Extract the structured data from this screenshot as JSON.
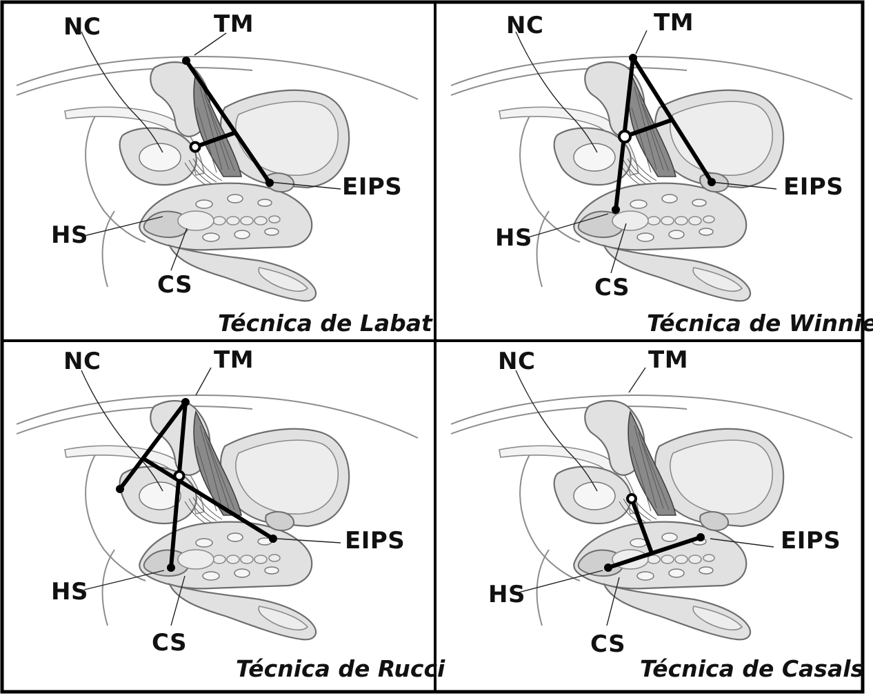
{
  "panels": [
    {
      "title": "Técnica de Labat",
      "labels": {
        "nc": "NC",
        "tm": "TM",
        "eips": "EIPS",
        "hs": "HS",
        "cs": "CS"
      }
    },
    {
      "title": "Técnica de Winnie",
      "labels": {
        "nc": "NC",
        "tm": "TM",
        "eips": "EIPS",
        "hs": "HS",
        "cs": "CS"
      }
    },
    {
      "title": "Técnica de Rucci",
      "labels": {
        "nc": "NC",
        "tm": "TM",
        "eips": "EIPS",
        "hs": "HS",
        "cs": "CS"
      }
    },
    {
      "title": "Técnica de Casals",
      "labels": {
        "nc": "NC",
        "tm": "TM",
        "eips": "EIPS",
        "hs": "HS",
        "cs": "CS"
      }
    }
  ]
}
